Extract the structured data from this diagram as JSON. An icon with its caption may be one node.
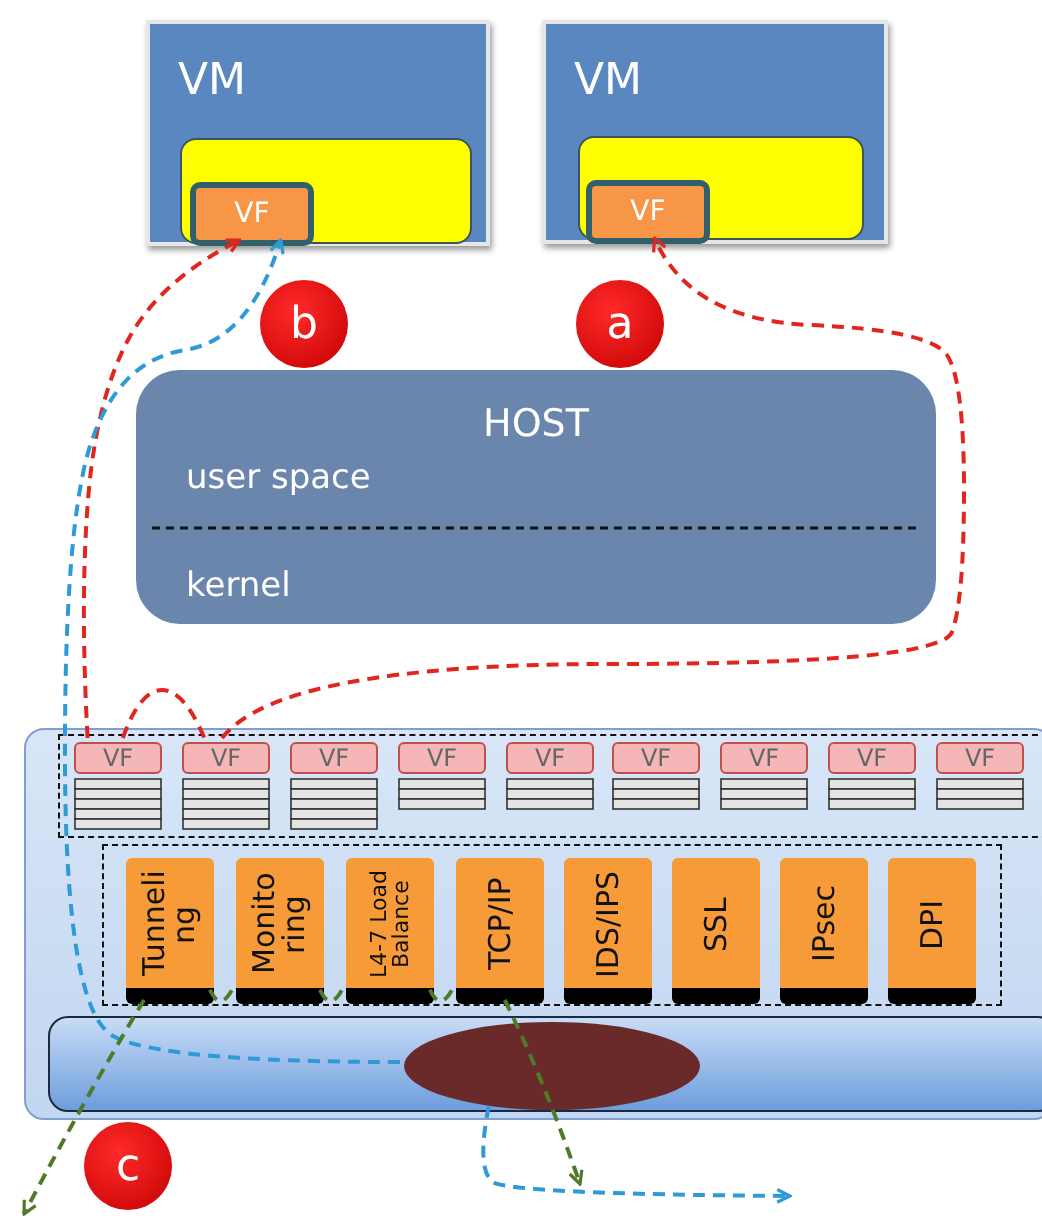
{
  "diagram": {
    "nodes": [
      {
        "text": [
          "VM"
        ]
      },
      {
        "text": [],
        "shape": "box",
        "in": 0
      },
      {
        "text": [
          "VF"
        ],
        "in": 1
      },
      {
        "text": [
          "VM"
        ]
      },
      {
        "text": [],
        "shape": "box",
        "in": 3
      },
      {
        "text": [
          "VF"
        ],
        "in": 4
      },
      {
        "text": [
          "b"
        ]
      },
      {
        "text": [
          "a"
        ]
      },
      {
        "text": [
          "HOST",
          "user space",
          "kernel"
        ]
      },
      {
        "text": [],
        "shape": "box"
      },
      {
        "text": [],
        "shape": "box",
        "in": 9
      },
      {
        "text": [
          "VF"
        ],
        "in": 10
      },
      {
        "text": [
          "VF"
        ],
        "in": 10
      },
      {
        "text": [
          "VF"
        ],
        "in": 10
      },
      {
        "text": [
          "VF"
        ],
        "in": 10
      },
      {
        "text": [
          "VF"
        ],
        "in": 10
      },
      {
        "text": [
          "VF"
        ],
        "in": 10
      },
      {
        "text": [
          "VF"
        ],
        "in": 10
      },
      {
        "text": [
          "VF"
        ],
        "in": 10
      },
      {
        "text": [
          "VF"
        ],
        "in": 10
      },
      {
        "text": [],
        "shape": "box",
        "in": 9
      },
      {
        "text": [
          "Tunneli ng"
        ],
        "in": 20
      },
      {
        "text": [
          "Monito ring"
        ],
        "in": 20
      },
      {
        "text": [
          "L4-7 Load Balance"
        ],
        "in": 20
      },
      {
        "text": [
          "TCP/IP"
        ],
        "in": 20
      },
      {
        "text": [
          "IDS/IPS"
        ],
        "in": 20
      },
      {
        "text": [
          "SSL"
        ],
        "in": 20
      },
      {
        "text": [
          "IPsec"
        ],
        "in": 20
      },
      {
        "text": [
          "DPI"
        ],
        "in": 20
      },
      {
        "text": [],
        "shape": "bar",
        "in": 9
      },
      {
        "text": [],
        "shape": "ellipse",
        "in": 29
      },
      {
        "text": [
          "c"
        ]
      }
    ],
    "edges": [
      {
        "from": 11,
        "to": 2,
        "arrow": "to",
        "style": "dashed",
        "color": "#e0261f"
      },
      {
        "from": 11,
        "to": 12,
        "arrow": "none",
        "style": "dashed",
        "color": "#e0261f"
      },
      {
        "from": 12,
        "to": 5,
        "arrow": "to",
        "style": "dashed",
        "color": "#e0261f"
      },
      {
        "from": 30,
        "to": 2,
        "arrow": "to",
        "style": "dashed",
        "color": "#2e9ad6"
      },
      {
        "from": 30,
        "to": null,
        "arrow": "to",
        "style": "dashed",
        "color": "#2e9ad6"
      },
      {
        "from": 21,
        "to": null,
        "arrow": "to",
        "style": "dashed",
        "color": "#4f7a2a"
      },
      {
        "from": 21,
        "to": 22,
        "arrow": "none",
        "style": "dashed",
        "color": "#4f7a2a"
      },
      {
        "from": 22,
        "to": 23,
        "arrow": "none",
        "style": "dashed",
        "color": "#4f7a2a"
      },
      {
        "from": 23,
        "to": 24,
        "arrow": "none",
        "style": "dashed",
        "color": "#4f7a2a"
      },
      {
        "from": 24,
        "to": null,
        "arrow": "to",
        "style": "dashed",
        "color": "#4f7a2a"
      }
    ]
  }
}
